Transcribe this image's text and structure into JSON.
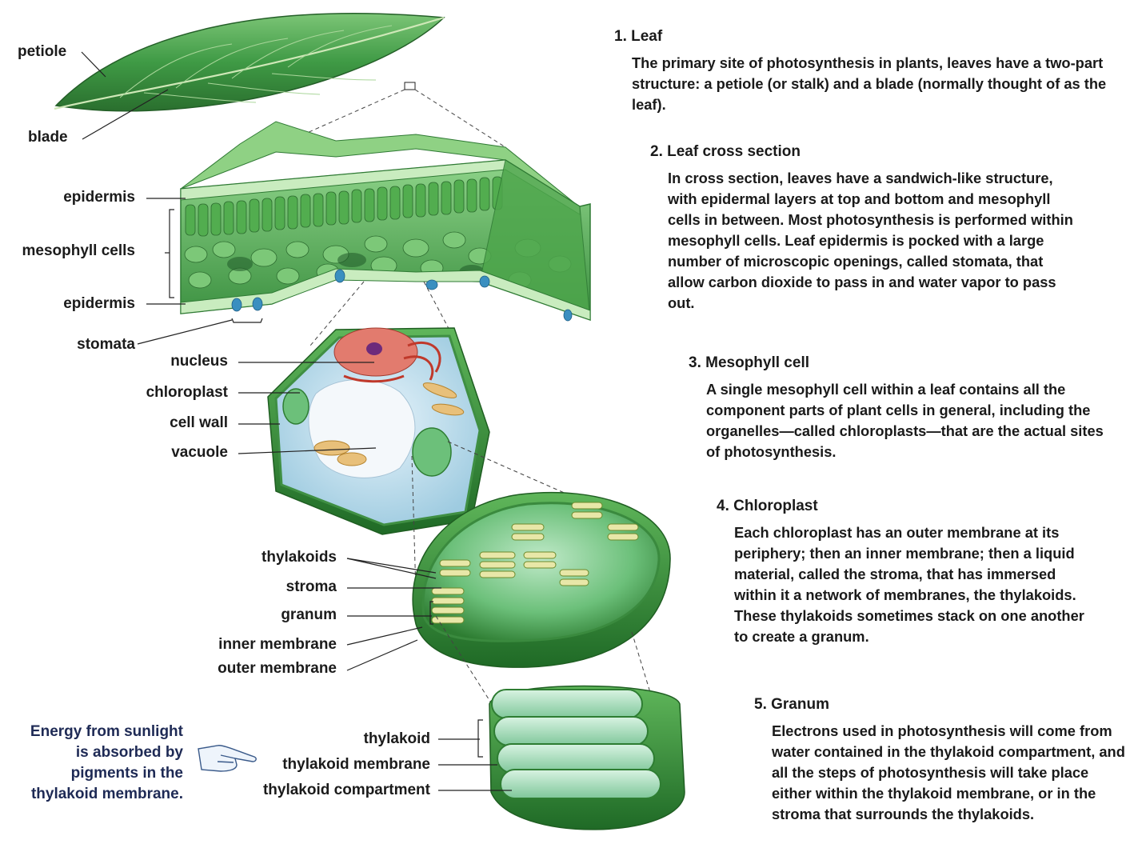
{
  "colors": {
    "leaf_dark": "#2e7d32",
    "leaf_mid": "#4caf50",
    "leaf_light": "#a5d6a7",
    "stomata_blue": "#3a8fc0",
    "nucleus_red": "#c0392b",
    "text": "#1b1b1b",
    "energy_text": "#1e2a55"
  },
  "labels": {
    "petiole": "petiole",
    "blade": "blade",
    "epidermis_top": "epidermis",
    "mesophyll_cells": "mesophyll cells",
    "epidermis_bottom": "epidermis",
    "stomata": "stomata",
    "nucleus": "nucleus",
    "chloroplast": "chloroplast",
    "cell_wall": "cell wall",
    "vacuole": "vacuole",
    "thylakoids": "thylakoids",
    "stroma": "stroma",
    "granum": "granum",
    "inner_membrane": "inner membrane",
    "outer_membrane": "outer membrane",
    "thylakoid": "thylakoid",
    "thylakoid_membrane": "thylakoid membrane",
    "thylakoid_compartment": "thylakoid compartment"
  },
  "energy_note": "Energy from sunlight\nis absorbed by\npigments in the\nthylakoid membrane.",
  "icons": {
    "pointer": "pointing-hand-icon"
  },
  "sections": [
    {
      "title": "1. Leaf",
      "body": "The primary site of photosynthesis in plants, leaves have a two-part structure: a petiole (or stalk) and a blade (normally thought of as the leaf)."
    },
    {
      "title": "2. Leaf cross section",
      "body": "In cross section, leaves have a sandwich-like structure, with epidermal layers at top and bottom and mesophyll cells in between. Most photosynthesis is performed within mesophyll cells. Leaf epidermis is pocked with a large number of microscopic openings, called stomata, that allow carbon dioxide to pass in and water vapor to pass out."
    },
    {
      "title": "3. Mesophyll cell",
      "body": "A single mesophyll cell within a leaf contains all the component parts of plant cells in general, including the organelles—called chloroplasts—that are the actual sites of photosynthesis."
    },
    {
      "title": "4. Chloroplast",
      "body": "Each chloroplast has an outer membrane at its periphery; then an inner membrane; then a liquid material, called the stroma, that has immersed within it a network of membranes, the thylakoids. These thylakoids sometimes stack on one another to create a granum."
    },
    {
      "title": "5. Granum",
      "body": "Electrons used in photosynthesis will come from water contained in the  thylakoid compartment, and all the steps of photosynthesis will take place either within the thylakoid membrane, or in the stroma that surrounds the thylakoids."
    }
  ]
}
